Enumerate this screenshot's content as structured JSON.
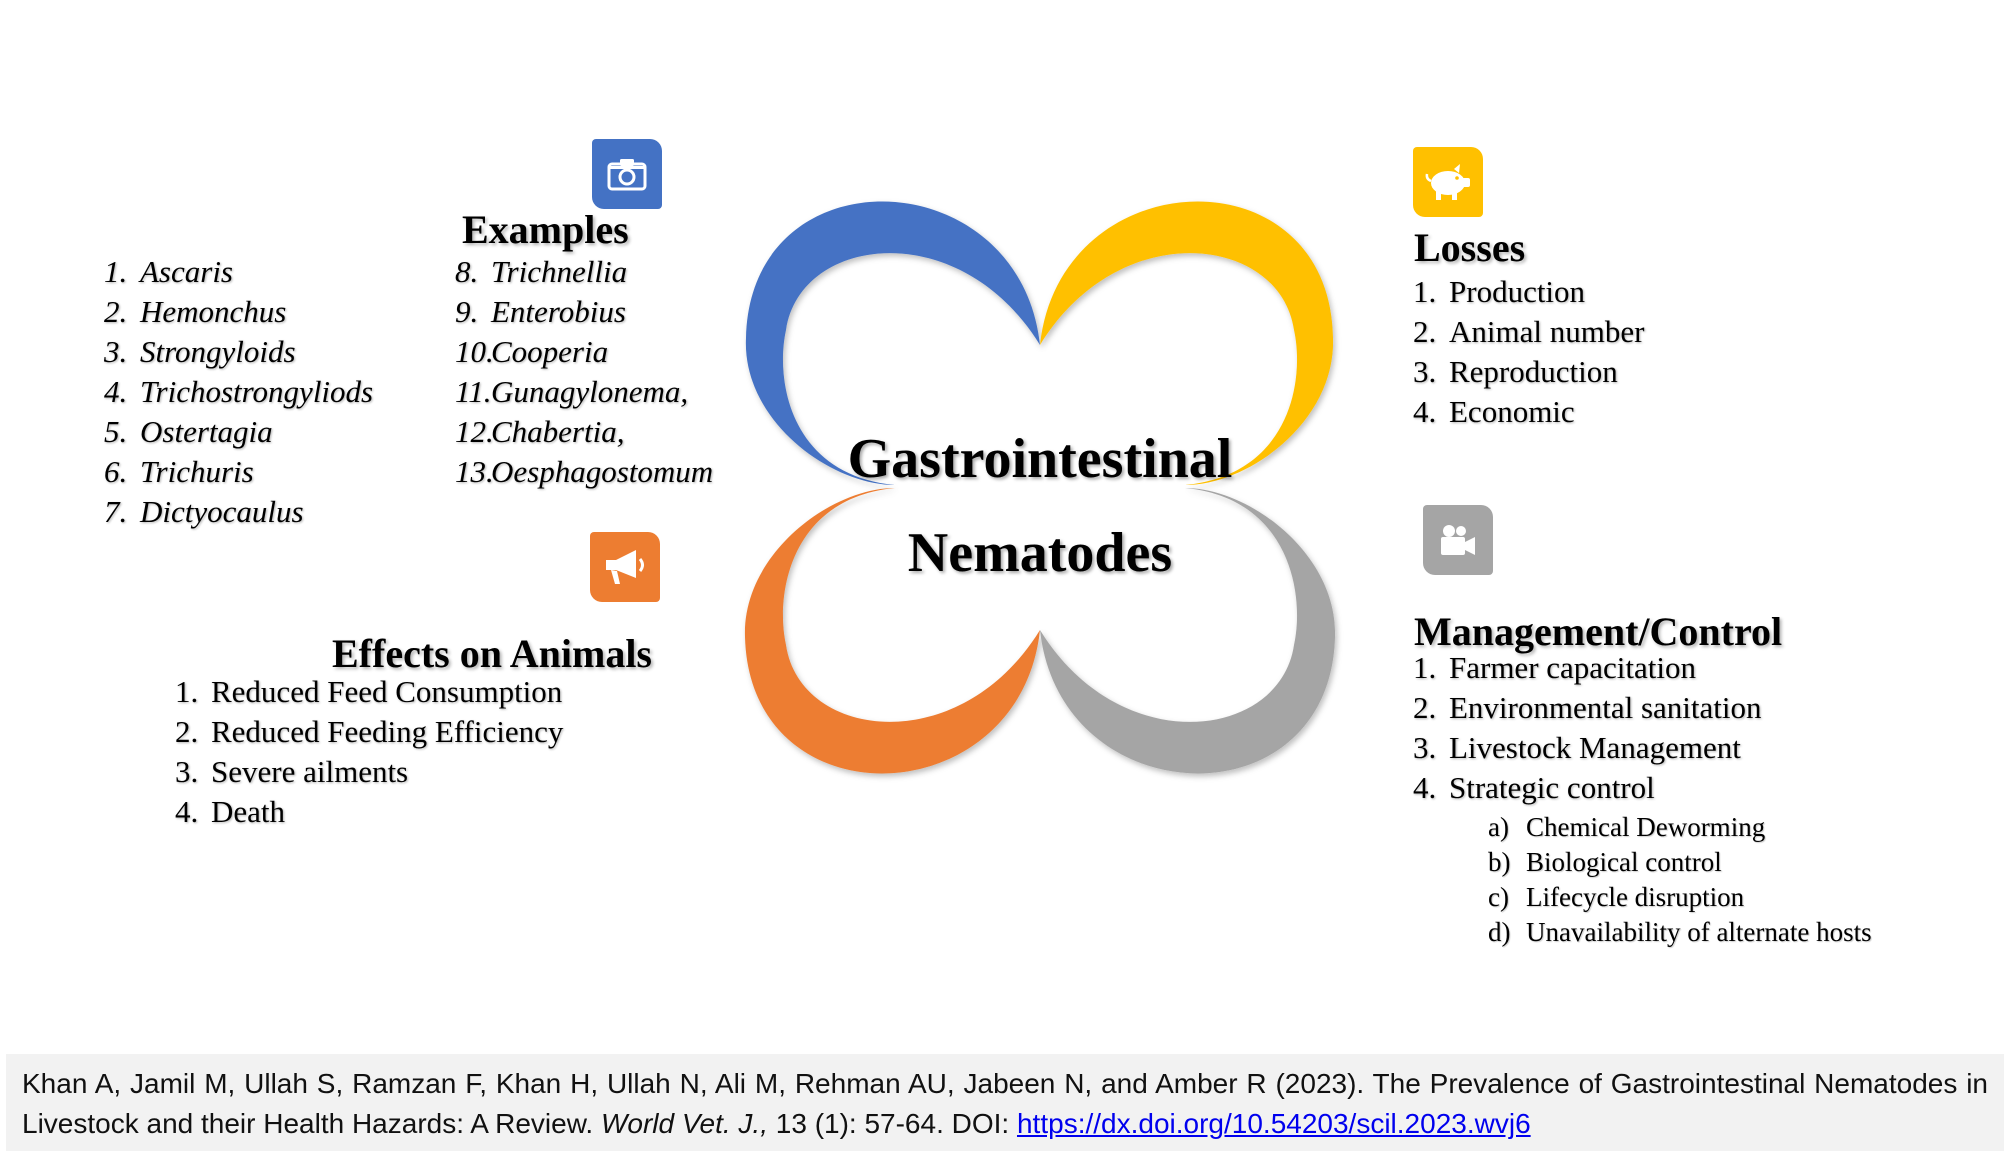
{
  "colors": {
    "examples": "#4472c4",
    "losses": "#ffc000",
    "effects": "#ed7d31",
    "management": "#a5a5a5"
  },
  "center": {
    "line1": "Gastrointestinal",
    "line2": "Nematodes"
  },
  "examples": {
    "icon": "camera-icon",
    "title": "Examples",
    "col1": [
      {
        "num": "1.",
        "text": "Ascaris"
      },
      {
        "num": "2.",
        "text": "Hemonchus"
      },
      {
        "num": "3.",
        "text": "Strongyloids"
      },
      {
        "num": "4.",
        "text": "Trichostrongyliods"
      },
      {
        "num": "5.",
        "text": "Ostertagia"
      },
      {
        "num": "6.",
        "text": "Trichuris"
      },
      {
        "num": "7.",
        "text": "Dictyocaulus"
      }
    ],
    "col2": [
      {
        "num": "8.",
        "text": "Trichnellia"
      },
      {
        "num": "9.",
        "text": "Enterobius"
      },
      {
        "num": "10.",
        "text": "Cooperia"
      },
      {
        "num": "11.",
        "text": "Gunagylonema,"
      },
      {
        "num": "12.",
        "text": "Chabertia,"
      },
      {
        "num": "13.",
        "text": "Oesphagostomum"
      }
    ]
  },
  "losses": {
    "icon": "piggy-bank-icon",
    "title": "Losses",
    "items": [
      {
        "num": "1.",
        "text": "Production"
      },
      {
        "num": "2.",
        "text": "Animal number"
      },
      {
        "num": "3.",
        "text": "Reproduction"
      },
      {
        "num": "4.",
        "text": "Economic"
      }
    ]
  },
  "effects": {
    "icon": "megaphone-icon",
    "title": "Effects on Animals",
    "items": [
      {
        "num": "1.",
        "text": "Reduced Feed Consumption"
      },
      {
        "num": "2.",
        "text": "Reduced Feeding Efficiency"
      },
      {
        "num": "3.",
        "text": "Severe ailments"
      },
      {
        "num": "4.",
        "text": "Death"
      }
    ]
  },
  "management": {
    "icon": "video-camera-icon",
    "title": "Management/Control",
    "items": [
      {
        "num": "1.",
        "text": "Farmer capacitation"
      },
      {
        "num": "2.",
        "text": "Environmental sanitation"
      },
      {
        "num": "3.",
        "text": "Livestock Management"
      },
      {
        "num": "4.",
        "text": "Strategic control"
      }
    ],
    "subitems": [
      {
        "num": "a)",
        "text": "Chemical Deworming"
      },
      {
        "num": "b)",
        "text": "Biological control"
      },
      {
        "num": "c)",
        "text": "Lifecycle disruption"
      },
      {
        "num": "d)",
        "text": "Unavailability of alternate hosts"
      }
    ]
  },
  "citation": {
    "text": "Khan A, Jamil M, Ullah S, Ramzan F, Khan H, Ullah N, Ali M, Rehman AU, Jabeen N, and Amber R (2023). The Prevalence of Gastrointestinal Nematodes in Livestock and their Health Hazards: A Review. ",
    "journal": "World Vet. J.,",
    "volume": " 13 (1): 57-64. DOI: ",
    "doi": "https://dx.doi.org/10.54203/scil.2023.wvj6"
  }
}
